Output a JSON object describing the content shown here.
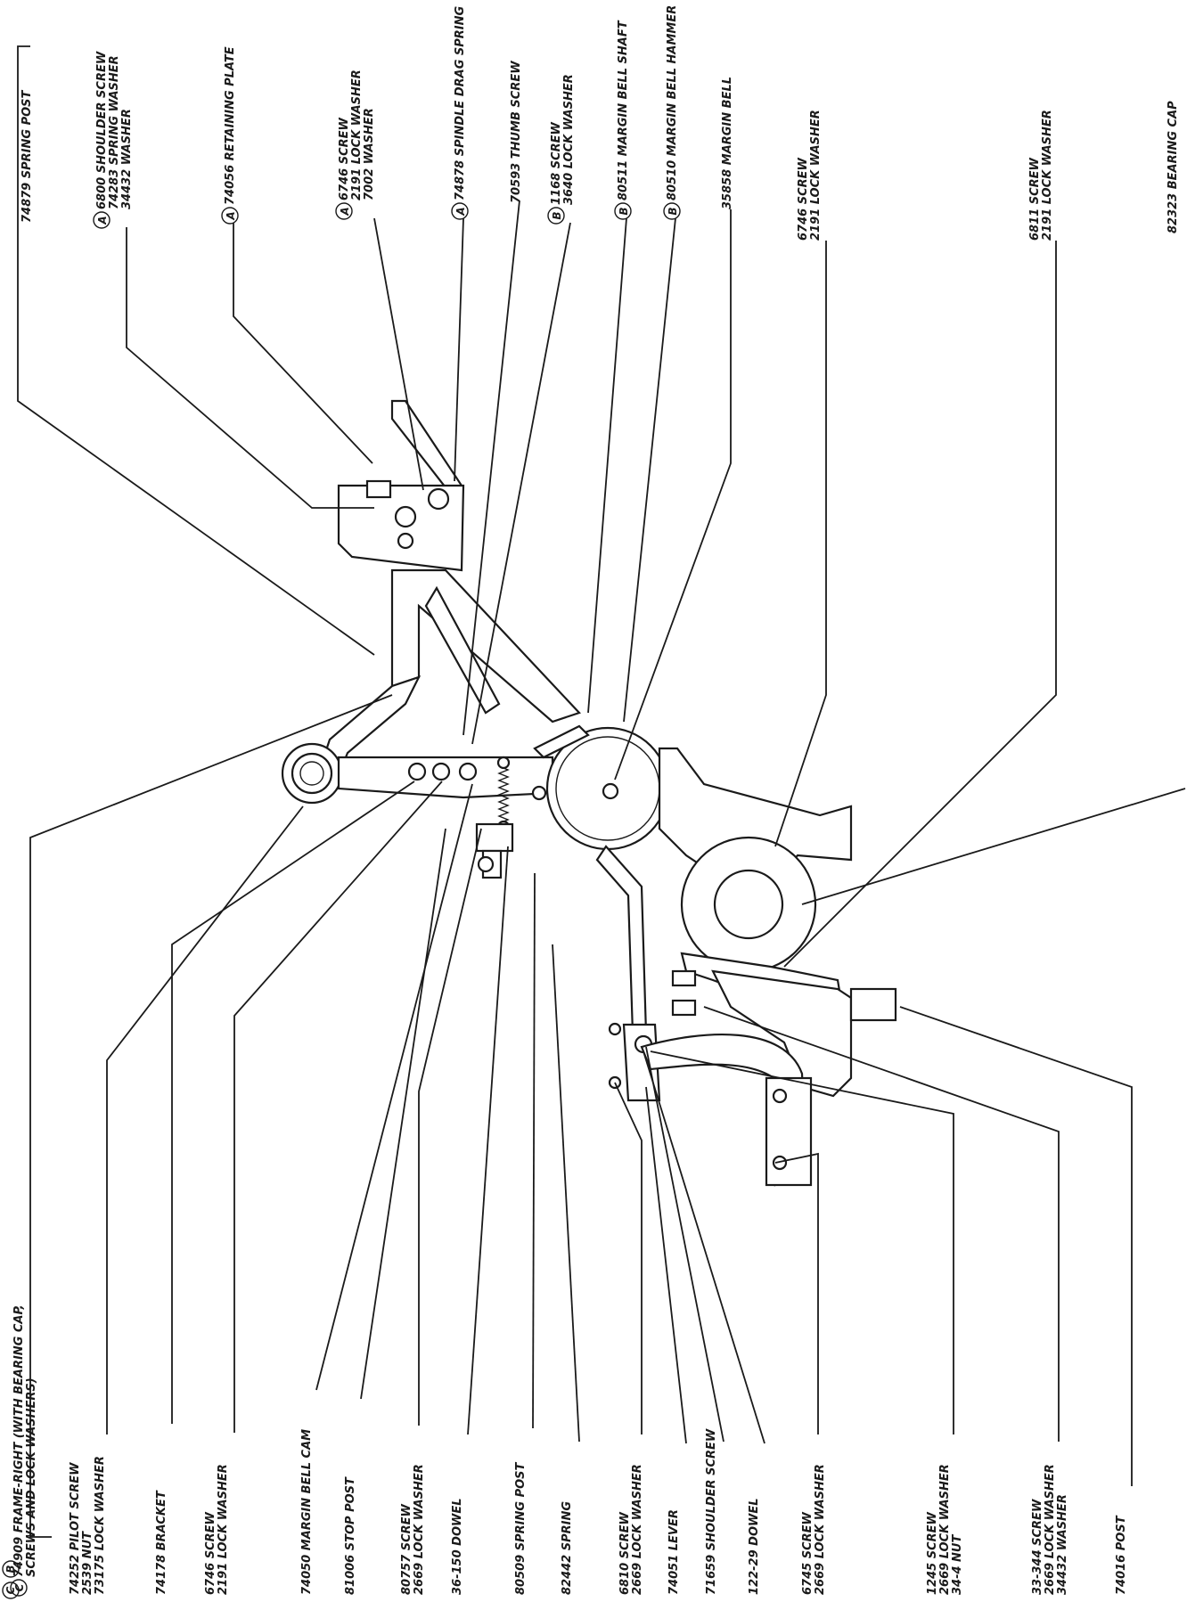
{
  "top_callouts": [
    {
      "id": "t1",
      "lines": [
        "74879 SPRING POST"
      ],
      "code": ""
    },
    {
      "id": "t2",
      "lines": [
        "6800 SHOULDER SCREW",
        "74283 SPRING WASHER",
        "34432 WASHER"
      ],
      "code": "A"
    },
    {
      "id": "t3",
      "lines": [
        "74056 RETAINING PLATE"
      ],
      "code": "A"
    },
    {
      "id": "t4",
      "lines": [
        "6746 SCREW",
        "2191 LOCK WASHER",
        "7002 WASHER"
      ],
      "code": "A"
    },
    {
      "id": "t5",
      "lines": [
        "74878 SPINDLE DRAG SPRING"
      ],
      "code": "A"
    },
    {
      "id": "t6",
      "lines": [
        "70593 THUMB SCREW"
      ],
      "code": ""
    },
    {
      "id": "t7",
      "lines": [
        "1168 SCREW",
        "3640 LOCK WASHER"
      ],
      "code": "B"
    },
    {
      "id": "t8",
      "lines": [
        "80511 MARGIN BELL SHAFT"
      ],
      "code": "B"
    },
    {
      "id": "t9",
      "lines": [
        "80510 MARGIN BELL HAMMER"
      ],
      "code": "B"
    },
    {
      "id": "t10",
      "lines": [
        "35858 MARGIN BELL"
      ],
      "code": ""
    },
    {
      "id": "t11",
      "lines": [
        "6746 SCREW",
        "2191 LOCK WASHER"
      ],
      "code": ""
    },
    {
      "id": "t12",
      "lines": [
        "6811 SCREW",
        "2191 LOCK WASHER"
      ],
      "code": ""
    },
    {
      "id": "t13",
      "lines": [
        "82323 BEARING CAP"
      ],
      "code": ""
    }
  ],
  "bottom_callouts": [
    {
      "id": "b1",
      "lines": [
        "74909 FRAME-RIGHT (WITH BEARING CAP,",
        "SCREWS AND LOCK WASHERS)"
      ],
      "code": "C"
    },
    {
      "id": "b2",
      "lines": [
        "74252 PILOT SCREW",
        "2539 NUT",
        "73175 LOCK WASHER"
      ],
      "code": ""
    },
    {
      "id": "b3",
      "lines": [
        "74178 BRACKET"
      ],
      "code": ""
    },
    {
      "id": "b4",
      "lines": [
        "6746 SCREW",
        "2191 LOCK WASHER"
      ],
      "code": ""
    },
    {
      "id": "b5",
      "lines": [
        "74050 MARGIN BELL CAM"
      ],
      "code": ""
    },
    {
      "id": "b6",
      "lines": [
        "81006 STOP POST"
      ],
      "code": ""
    },
    {
      "id": "b7",
      "lines": [
        "80757 SCREW",
        "2669 LOCK WASHER"
      ],
      "code": ""
    },
    {
      "id": "b8",
      "lines": [
        "36-150 DOWEL"
      ],
      "code": ""
    },
    {
      "id": "b9",
      "lines": [
        "80509 SPRING POST"
      ],
      "code": ""
    },
    {
      "id": "b10",
      "lines": [
        "82442 SPRING"
      ],
      "code": ""
    },
    {
      "id": "b11",
      "lines": [
        "6810 SCREW",
        "2669 LOCK WASHER"
      ],
      "code": ""
    },
    {
      "id": "b12",
      "lines": [
        "74051 LEVER"
      ],
      "code": ""
    },
    {
      "id": "b13",
      "lines": [
        "71659 SHOULDER SCREW"
      ],
      "code": ""
    },
    {
      "id": "b14",
      "lines": [
        "122-29 DOWEL"
      ],
      "code": ""
    },
    {
      "id": "b15",
      "lines": [
        "6745 SCREW",
        "2669 LOCK WASHER"
      ],
      "code": ""
    },
    {
      "id": "b16",
      "lines": [
        "1245 SCREW",
        "2669 LOCK WASHER",
        "34-4 NUT"
      ],
      "code": ""
    },
    {
      "id": "b17",
      "lines": [
        "33-344 SCREW",
        "2669 LOCK WASHER",
        "34432 WASHER"
      ],
      "code": ""
    },
    {
      "id": "b18",
      "lines": [
        "74016 POST"
      ],
      "code": ""
    }
  ],
  "footer_codes": [
    "C",
    "B"
  ]
}
